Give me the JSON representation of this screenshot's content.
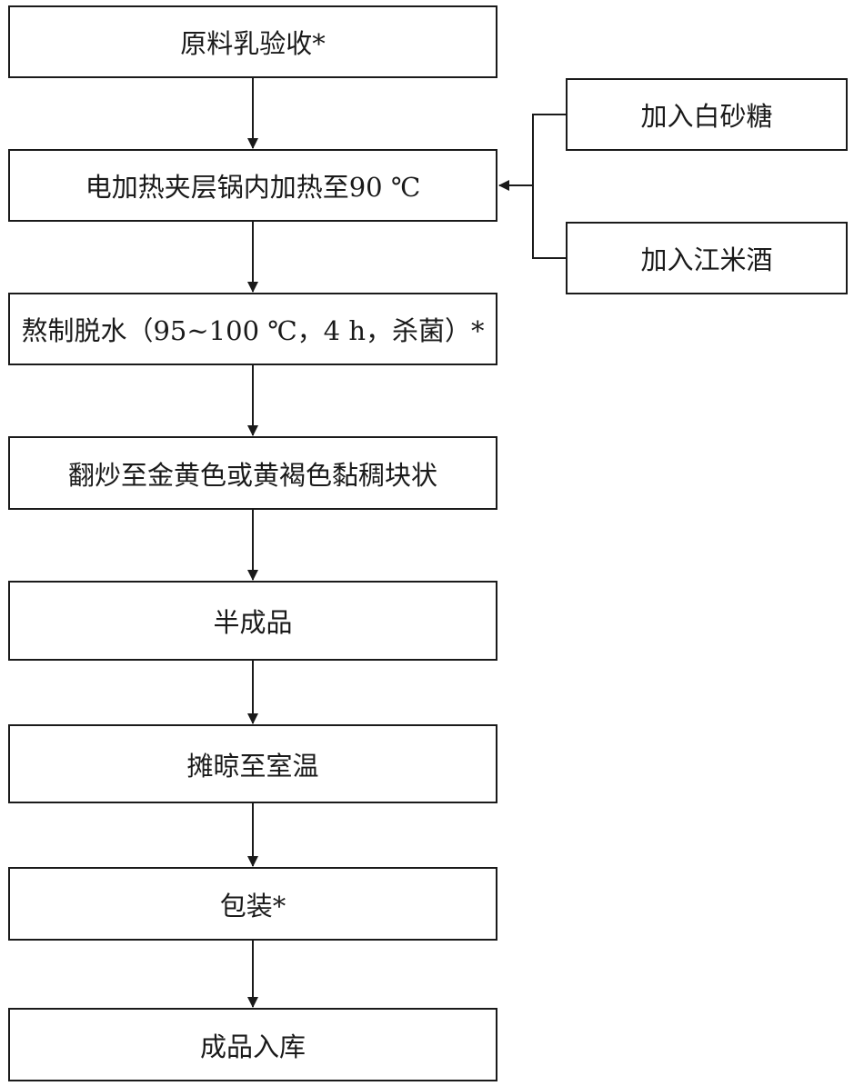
{
  "diagram": {
    "steps": [
      "原料乳验收*",
      "电加热夹层锅内加热至90 ℃",
      "熬制脱水（95~100 ℃，4 h，杀菌）*",
      "翻炒至金黄色或黄褐色黏稠块状",
      "半成品",
      "摊晾至室温",
      "包装*",
      "成品入库"
    ],
    "inputs": [
      "加入白砂糖",
      "加入江米酒"
    ]
  }
}
